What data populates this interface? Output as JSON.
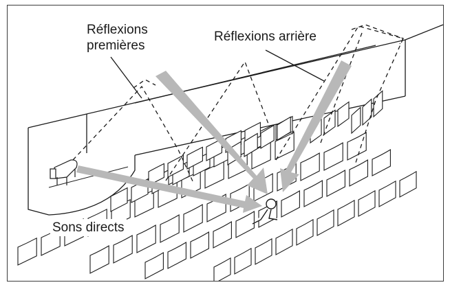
{
  "labels": {
    "early_reflections_line1": "Réflexions",
    "early_reflections_line2": "premières",
    "late_reflections": "Réflexions arrière",
    "direct_sounds": "Sons directs"
  },
  "colors": {
    "ink": "#1a1a1a",
    "arrow_gray": "#b8b8b8",
    "frame": "#3a3a3a"
  },
  "icons": {
    "instrument": "grand-piano-icon",
    "listener": "seated-listener-icon"
  }
}
